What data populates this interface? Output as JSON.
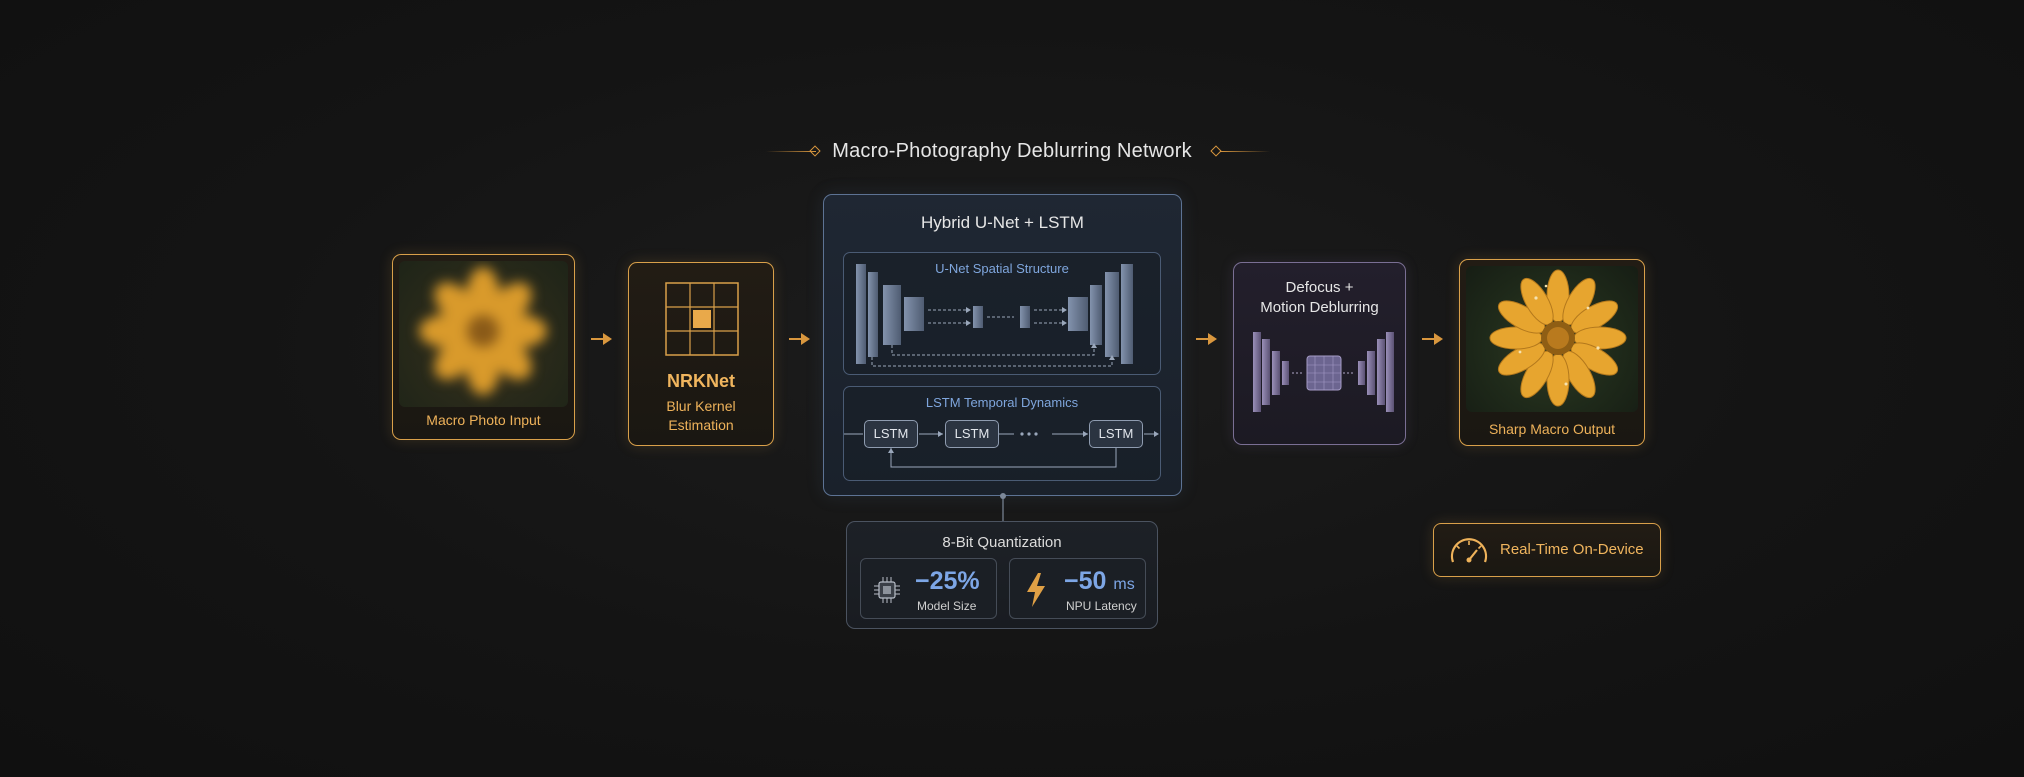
{
  "title": "Macro-Photography Deblurring Network",
  "input": {
    "label": "Macro Photo Input"
  },
  "nrknet": {
    "name": "NRKNet",
    "desc_line1": "Blur Kernel",
    "desc_line2": "Estimation"
  },
  "hybrid": {
    "title": "Hybrid U-Net + LSTM",
    "unet_title": "U-Net Spatial Structure",
    "lstm_title": "LSTM Temporal Dynamics",
    "lstm_cells": [
      "LSTM",
      "LSTM",
      "LSTM"
    ]
  },
  "quantization": {
    "title": "8-Bit Quantization",
    "metrics": [
      {
        "value": "−25%",
        "unit": "",
        "label": "Model Size",
        "icon": "chip-icon"
      },
      {
        "value": "−50",
        "unit": "ms",
        "label": "NPU Latency",
        "icon": "lightning-icon"
      }
    ]
  },
  "defocus": {
    "line1": "Defocus +",
    "line2": "Motion Deblurring"
  },
  "output": {
    "label": "Sharp Macro Output"
  },
  "realtime": {
    "label": "Real-Time On-Device",
    "icon": "speedometer-icon"
  },
  "colors": {
    "accent_gold": "#d9a04a",
    "accent_blue": "#7da6e6",
    "panel_blue": "#5d7394",
    "panel_purple": "#7a6f94"
  }
}
